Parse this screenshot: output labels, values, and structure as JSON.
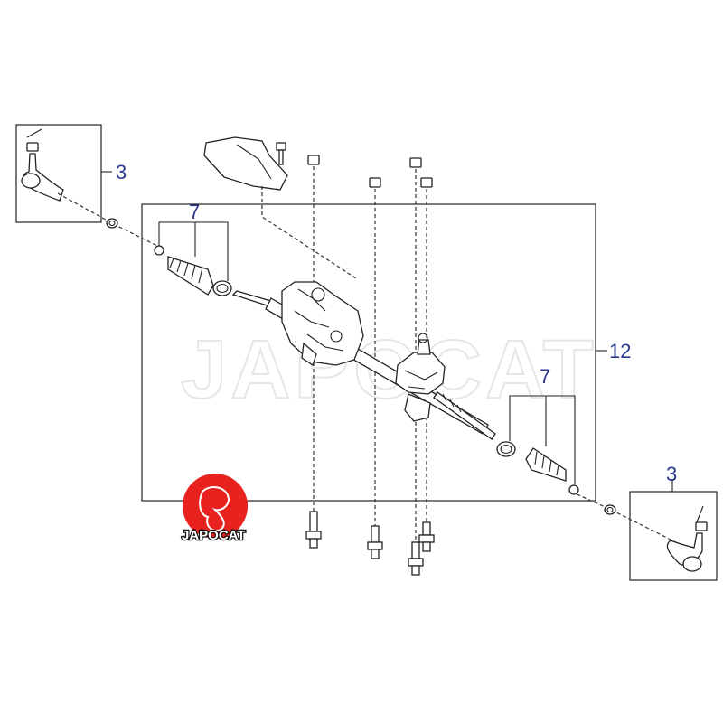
{
  "diagram": {
    "callouts": {
      "tie_rod_end_left": "3",
      "tie_rod_end_right": "3",
      "boot_kit_left": "7",
      "boot_kit_right": "7",
      "steering_rack_assembly": "12"
    },
    "watermark_text": "JAPOCAT",
    "logo_text": "JAPOCAT",
    "colors": {
      "callout": "#2b3a8f",
      "logo_red": "#e8231f",
      "line": "#222222",
      "watermark": "#e6e6e6"
    }
  }
}
